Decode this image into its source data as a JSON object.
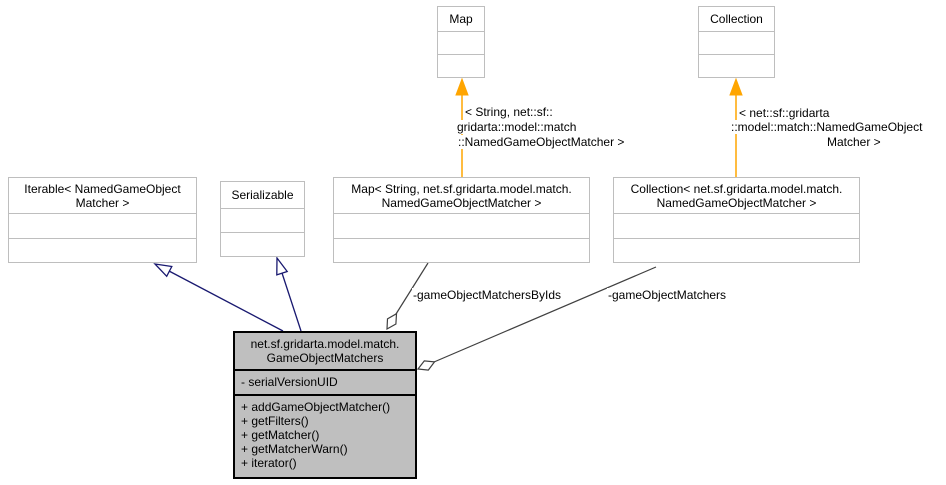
{
  "diagram": {
    "type": "uml-class-collaboration-diagram",
    "colors": {
      "background": "#ffffff",
      "node_border": "#bebebe",
      "node_fill": "#ffffff",
      "main_node_fill": "#bfbfbf",
      "main_node_border": "#000000",
      "inheritance_edge": "#191970",
      "usage_edge": "#404040",
      "template_edge": "#ffa500"
    },
    "nodes": {
      "map_generic": {
        "title": "Map"
      },
      "collection_generic": {
        "title": "Collection"
      },
      "iterable": {
        "title_lines": [
          "Iterable< NamedGameObject",
          "Matcher >"
        ]
      },
      "serializable": {
        "title": "Serializable"
      },
      "map_instance": {
        "title_lines": [
          "Map< String, net.sf.gridarta.model.match.",
          "NamedGameObjectMatcher >"
        ]
      },
      "collection_instance": {
        "title_lines": [
          "Collection< net.sf.gridarta.model.match.",
          "NamedGameObjectMatcher >"
        ]
      },
      "main_class": {
        "title_lines": [
          "net.sf.gridarta.model.match.",
          "GameObjectMatchers"
        ],
        "attributes": [
          "- serialVersionUID"
        ],
        "methods": [
          "+ addGameObjectMatcher()",
          "+ getFilters()",
          "+ getMatcher()",
          "+ getMatcherWarn()",
          "+ iterator()"
        ]
      }
    },
    "edge_labels": {
      "map_template_args": [
        "< String, net::sf::",
        "gridarta::model::match",
        "::NamedGameObjectMatcher >"
      ],
      "collection_template_args": [
        "< net::sf::gridarta",
        "::model::match::NamedGameObject",
        "Matcher >"
      ],
      "map_usage": "-gameObjectMatchersByIds",
      "collection_usage": "-gameObjectMatchers"
    }
  }
}
